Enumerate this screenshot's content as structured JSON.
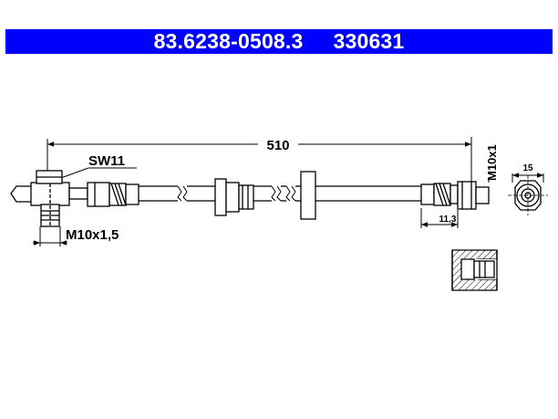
{
  "title": {
    "part_number": "83.6238-0508.3",
    "ref_number": "330631",
    "background": "#0000ff",
    "text_color": "#ffffff"
  },
  "dimensions": {
    "length": "510",
    "wrench_size": "SW11",
    "thread_left": "M10x1,5",
    "thread_right": "M10x1",
    "end_width": "11,3",
    "end_diameter": "15"
  }
}
